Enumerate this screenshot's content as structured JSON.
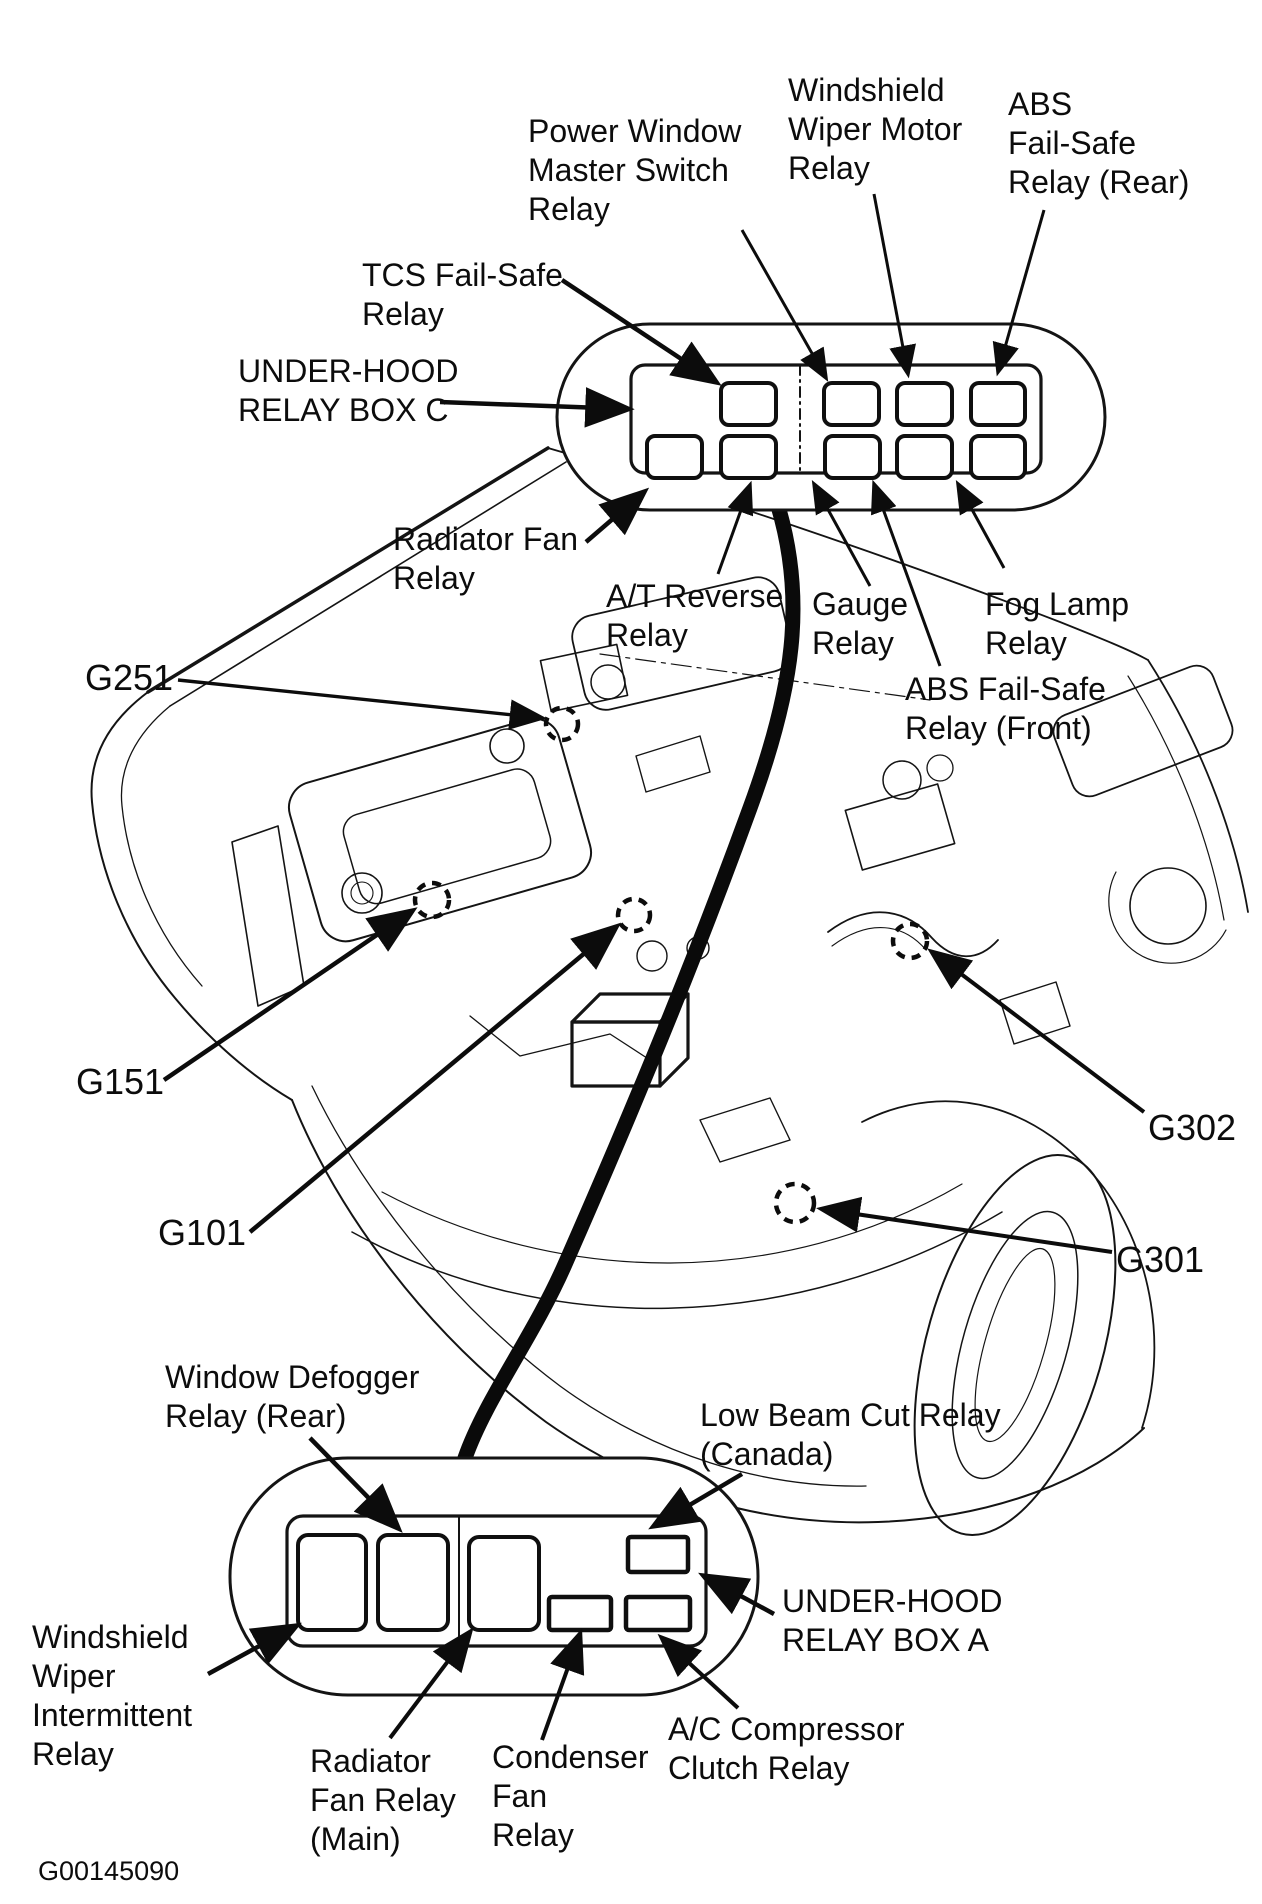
{
  "page": {
    "background": "#ffffff",
    "ink": "#0c0c0c"
  },
  "figure": {
    "code": "G00145090"
  },
  "relay_box_c": {
    "slots_top": [
      "TCS Fail-Safe Relay",
      "Power Window Master Switch Relay",
      "Windshield Wiper Motor Relay",
      "ABS Fail-Safe Relay (Rear)"
    ],
    "slots_bottom": [
      "Radiator Fan Relay",
      "A/T Reverse Relay",
      "Gauge Relay",
      "ABS Fail-Safe Relay (Front)",
      "Fog Lamp Relay"
    ]
  },
  "relay_box_a": {
    "slots": [
      "Windshield Wiper Intermittent Relay",
      "Window Defogger Relay (Rear)",
      "Radiator Fan Relay (Main)",
      "Low Beam Cut Relay (Canada)",
      "Condenser Fan Relay",
      "A/C Compressor Clutch Relay"
    ]
  },
  "grounds": [
    "G251",
    "G151",
    "G101",
    "G302",
    "G301"
  ],
  "callouts": {
    "power_window": {
      "lines": [
        "Power Window",
        "Master Switch",
        "Relay"
      ]
    },
    "wiper_motor": {
      "lines": [
        "Windshield",
        "Wiper Motor",
        "Relay"
      ]
    },
    "abs_rear": {
      "lines": [
        "ABS",
        "Fail-Safe",
        "Relay (Rear)"
      ]
    },
    "tcs": {
      "lines": [
        "TCS Fail-Safe",
        "Relay"
      ]
    },
    "underhood_c": {
      "lines": [
        "UNDER-HOOD",
        "RELAY BOX C"
      ]
    },
    "radiator_fan": {
      "lines": [
        "Radiator Fan",
        "Relay"
      ]
    },
    "at_reverse": {
      "lines": [
        "A/T Reverse",
        "Relay"
      ]
    },
    "gauge": {
      "lines": [
        "Gauge",
        "Relay"
      ]
    },
    "abs_front": {
      "lines": [
        "ABS Fail-Safe",
        "Relay (Front)"
      ]
    },
    "fog_lamp": {
      "lines": [
        "Fog Lamp",
        "Relay"
      ]
    },
    "g251": {
      "lines": [
        "G251"
      ]
    },
    "g151": {
      "lines": [
        "G151"
      ]
    },
    "g101": {
      "lines": [
        "G101"
      ]
    },
    "g302": {
      "lines": [
        "G302"
      ]
    },
    "g301": {
      "lines": [
        "G301"
      ]
    },
    "window_defogger": {
      "lines": [
        "Window Defogger",
        "Relay (Rear)"
      ]
    },
    "low_beam": {
      "lines": [
        "Low Beam Cut Relay",
        "(Canada)"
      ]
    },
    "underhood_a": {
      "lines": [
        "UNDER-HOOD",
        "RELAY BOX A"
      ]
    },
    "wiper_intermittent": {
      "lines": [
        "Windshield",
        "Wiper",
        "Intermittent",
        "Relay"
      ]
    },
    "radiator_main": {
      "lines": [
        "Radiator",
        "Fan Relay",
        "(Main)"
      ]
    },
    "condenser": {
      "lines": [
        "Condenser",
        "Fan",
        "Relay"
      ]
    },
    "ac_compressor": {
      "lines": [
        "A/C Compressor",
        "Clutch Relay"
      ]
    }
  }
}
